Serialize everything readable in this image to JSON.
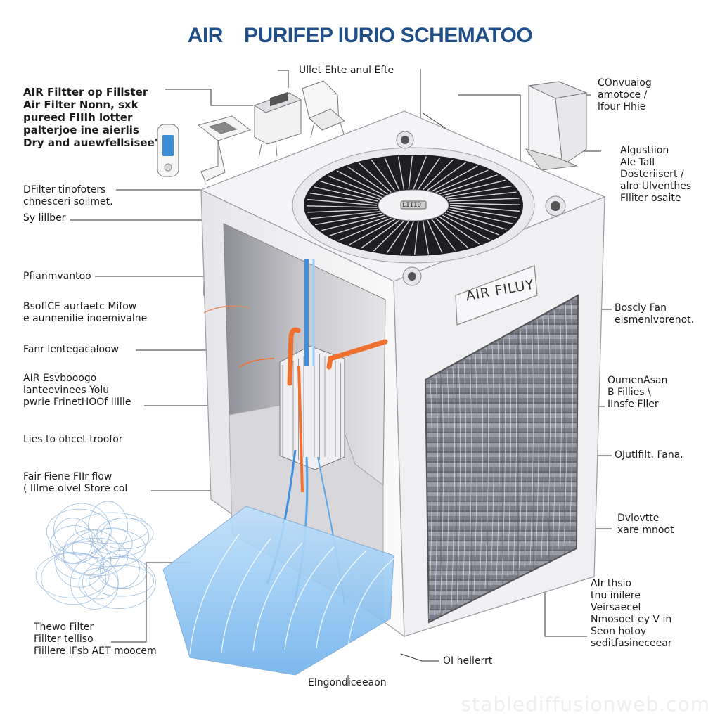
{
  "title": {
    "left": "AIR",
    "right": "PURIFEP IURIO SCHEMATOO"
  },
  "badge": {
    "label": "AIR FILUY",
    "fan_label": "LIIID"
  },
  "labels_left": [
    {
      "id": "filter-top",
      "lines": [
        "AIR Filtter op Fillster",
        "Air Filter Nonn, sxk",
        "pureed FIIIh lotter",
        "palterjoe ine aierlis",
        "Dry and auewfellsisee'"
      ]
    },
    {
      "id": "dfiltes",
      "lines": [
        "DFilter tinofoters",
        "chnesceri soilmet.",
        "Sy lillber"
      ]
    },
    {
      "id": "pfamm",
      "lines": [
        "Pfianmvantoo"
      ]
    },
    {
      "id": "bsofice",
      "lines": [
        "BsoflCE aurfaetc Mifow",
        "e aunnenilie inoemivalne"
      ]
    },
    {
      "id": "fanr",
      "lines": [
        "Fanr lentegacaloow"
      ]
    },
    {
      "id": "alr-esvb",
      "lines": [
        "AIR Esvbooogo",
        "lanteevinees Yolu",
        "pwrie FrinetHOOf IIIlle"
      ]
    },
    {
      "id": "lies",
      "lines": [
        "Lies to ohcet troofor"
      ]
    },
    {
      "id": "fair-flow",
      "lines": [
        "Fair Fiene FIIr flow",
        "( IIIme olvel Store col"
      ]
    },
    {
      "id": "thewo",
      "lines": [
        "Thewo Filter",
        "Fillter telliso",
        "Fiillere IFsb AET moocem"
      ]
    }
  ],
  "labels_top": [
    {
      "id": "ullet",
      "lines": [
        "Ullet Ehte anul Efte"
      ]
    }
  ],
  "labels_right": [
    {
      "id": "conv",
      "lines": [
        "COnvuaiog",
        "amotoce /",
        "lfour Hhie"
      ]
    },
    {
      "id": "algus",
      "lines": [
        "Algustiion",
        "Ale Tall",
        "Dosteriisert /",
        "alro Ulventhes",
        "Flliter osaite"
      ]
    },
    {
      "id": "boscy",
      "lines": [
        "Boscly Fan",
        "elsmenlvorenot."
      ]
    },
    {
      "id": "oumen",
      "lines": [
        "OumenAsan",
        "B Fillies \\",
        "IInsfe Fller"
      ]
    },
    {
      "id": "ojuth",
      "lines": [
        "OJutlfilt. Fana."
      ]
    },
    {
      "id": "dvovte",
      "lines": [
        "Dvlovtte",
        "xare mnoot"
      ]
    },
    {
      "id": "air-thsio",
      "lines": [
        "AIr thsio",
        "tnu inilere",
        "Veirsaecel",
        "Nmosoet ey V in",
        "Seon hotoy",
        "seditfasineceear"
      ]
    },
    {
      "id": "oi-hellerrt",
      "lines": [
        "OI hellerrt"
      ]
    }
  ],
  "labels_bottom": [
    {
      "id": "engon",
      "lines": [
        "Elngondiceeaon"
      ]
    }
  ],
  "watermark": "stablediffusionweb.com",
  "colors": {
    "title": "#1f4f86",
    "airflow_blue": "#3d8fe0",
    "airflow_orange": "#f07030",
    "unit_body": "#f2f2f4",
    "grille": "#6a6c78"
  }
}
